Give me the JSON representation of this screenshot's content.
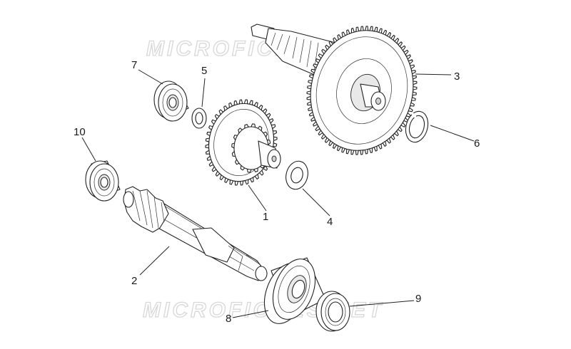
{
  "diagram": {
    "watermark_text": "MICROFICHES.NET",
    "callouts": [
      {
        "id": "1",
        "label": "1"
      },
      {
        "id": "2",
        "label": "2"
      },
      {
        "id": "3",
        "label": "3"
      },
      {
        "id": "4",
        "label": "4"
      },
      {
        "id": "5",
        "label": "5"
      },
      {
        "id": "6",
        "label": "6"
      },
      {
        "id": "7",
        "label": "7"
      },
      {
        "id": "8",
        "label": "8"
      },
      {
        "id": "9",
        "label": "9"
      },
      {
        "id": "10",
        "label": "10"
      }
    ]
  }
}
